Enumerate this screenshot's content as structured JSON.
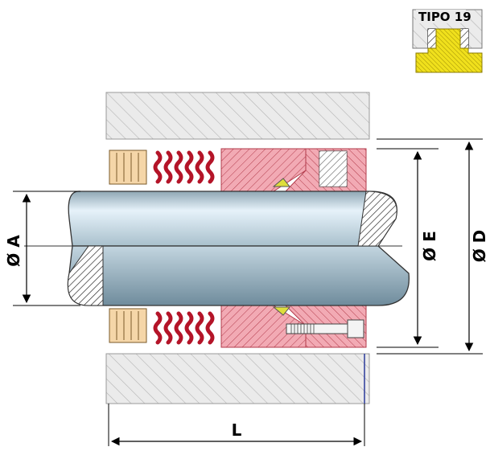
{
  "type_badge": {
    "label": "TIPO 19"
  },
  "dimensions": {
    "shaft_diameter": "Ø A",
    "inner_diameter": "Ø E",
    "outer_diameter": "Ø D",
    "length": "L"
  },
  "colors": {
    "housing_hatch": "#b4b4b4",
    "housing_fill": "#ebebeb",
    "seal_face": "#f2aab4",
    "seal_hatch": "#b23a4a",
    "spring": "#b41428",
    "drive_ring": "#f5d6a8",
    "shaft_light": "#e6f2fa",
    "shaft_dark": "#6f8c9c",
    "oring": "#dede3c",
    "badge_yellow": "#f0e01c"
  }
}
